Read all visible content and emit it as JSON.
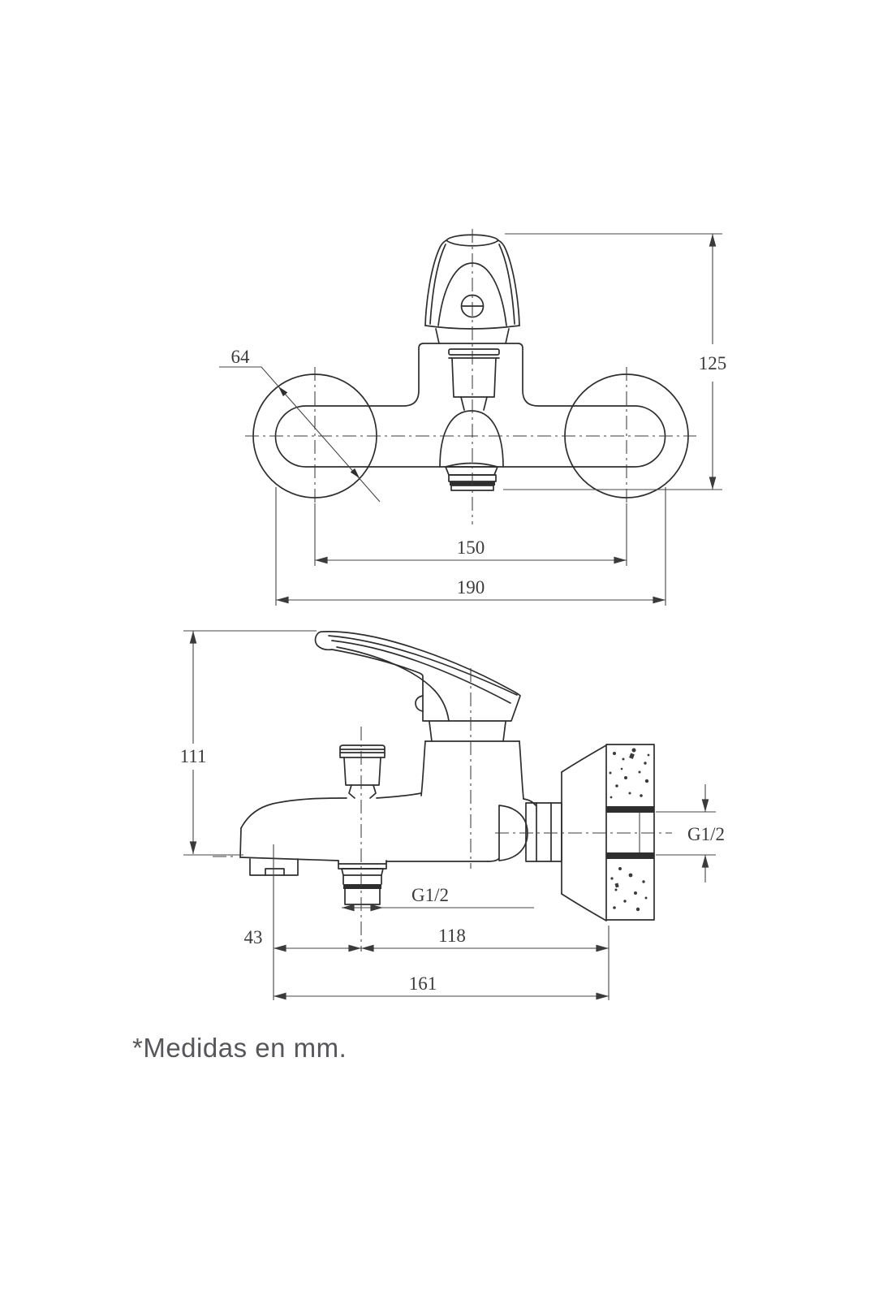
{
  "note": "*Medidas en mm.",
  "colors": {
    "background": "#ffffff",
    "drawing_line": "#2e2e2e",
    "dimension_text": "#3b3b3b",
    "note_text": "#56575b"
  },
  "front_view": {
    "dims": {
      "escutcheon_diameter": "64",
      "overall_height": "125",
      "inlet_centers": "150",
      "overall_width": "190"
    }
  },
  "side_view": {
    "dims": {
      "overall_height": "111",
      "spout_tip_to_outlet": "43",
      "outlet_to_wall": "118",
      "spout_reach": "161",
      "handshower_outlet_thread": "G1/2",
      "wall_inlet_thread": "G1/2"
    }
  }
}
